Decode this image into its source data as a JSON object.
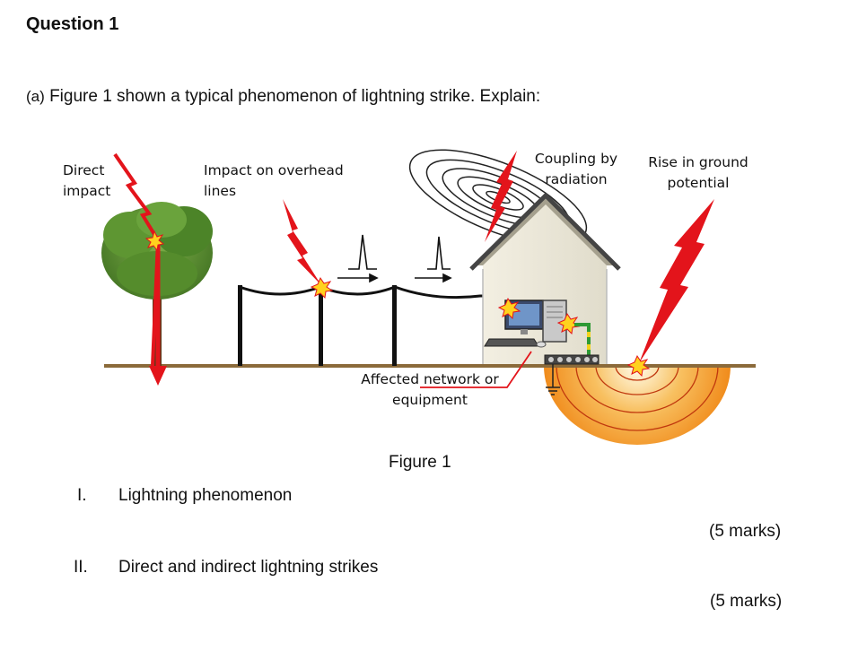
{
  "question": {
    "title": "Question 1",
    "part_label": "(a)",
    "part_text": "Figure 1 shown a typical phenomenon of lightning strike. Explain:"
  },
  "figure": {
    "labels": {
      "direct_impact_1": "Direct",
      "direct_impact_2": "impact",
      "overhead_1": "Impact on overhead",
      "overhead_2": "lines",
      "coupling_1": "Coupling by",
      "coupling_2": "radiation",
      "ground_1": "Rise in ground",
      "ground_2": "potential",
      "affected_1": "Affected network or",
      "affected_2": "equipment"
    },
    "caption": "Figure 1"
  },
  "items": [
    {
      "num": "I.",
      "text": "Lightning phenomenon",
      "marks": "(5 marks)"
    },
    {
      "num": "II.",
      "text": "Direct and indirect lightning strikes",
      "marks": "(5 marks)"
    }
  ],
  "colors": {
    "lightning": "#e3141b",
    "ground": "#8b6a3a",
    "ground_glow": "#f08a1a",
    "tree": "#4f8a2a"
  }
}
